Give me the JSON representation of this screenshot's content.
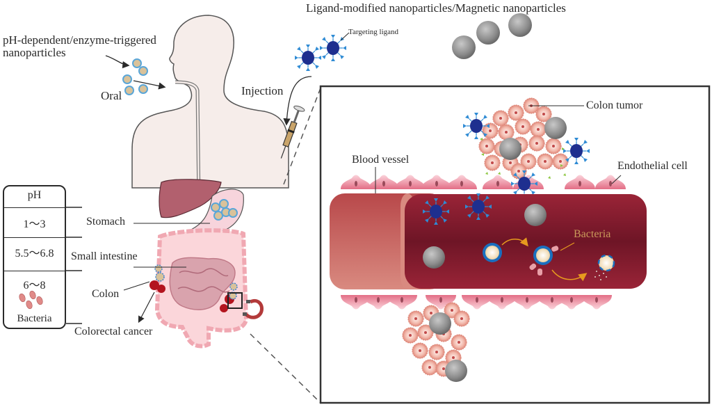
{
  "figure": {
    "title_oral": "pH-dependent/enzyme-triggered\nnanoparticles",
    "title_oral_line1": "pH-dependent/enzyme-triggered",
    "title_oral_line2": "nanoparticles",
    "title_injection": "Ligand-modified nanoparticles/Magnetic nanoparticles",
    "routes": {
      "oral": "Oral",
      "injection": "Injection"
    },
    "targeting_ligand": "Targeting ligand",
    "organs": {
      "stomach": "Stomach",
      "small_intestine": "Small intestine",
      "colon": "Colon",
      "colorectal_cancer": "Colorectal cancer"
    },
    "ph_table": {
      "header": "pH",
      "rows": [
        {
          "range": "1～3"
        },
        {
          "range": "5.5～6.8"
        },
        {
          "range": "6～8",
          "note": "Bacteria"
        }
      ]
    },
    "inset": {
      "colon_tumor": "Colon tumor",
      "blood_vessel": "Blood vessel",
      "endothelial_cell": "Endothelial cell",
      "bacteria": "Bacteria"
    },
    "colors": {
      "vessel": "#8e1f33",
      "vessel_outer": "#c55a55",
      "liver": "#b2606e",
      "endothelial": "#f3a9b6",
      "tumor": "#e9a195",
      "ligand_np_core": "#1e2f8f",
      "ligand_spike": "#2f8bd4",
      "magnetic_np": "#8a8a8a",
      "oral_np_fill": "#d9c29a",
      "oral_np_ring": "#5aa6d8",
      "bacteria_label": "#c99a5a",
      "arrow_orange": "#e69a1e",
      "body_fill": "#f6edea"
    }
  }
}
